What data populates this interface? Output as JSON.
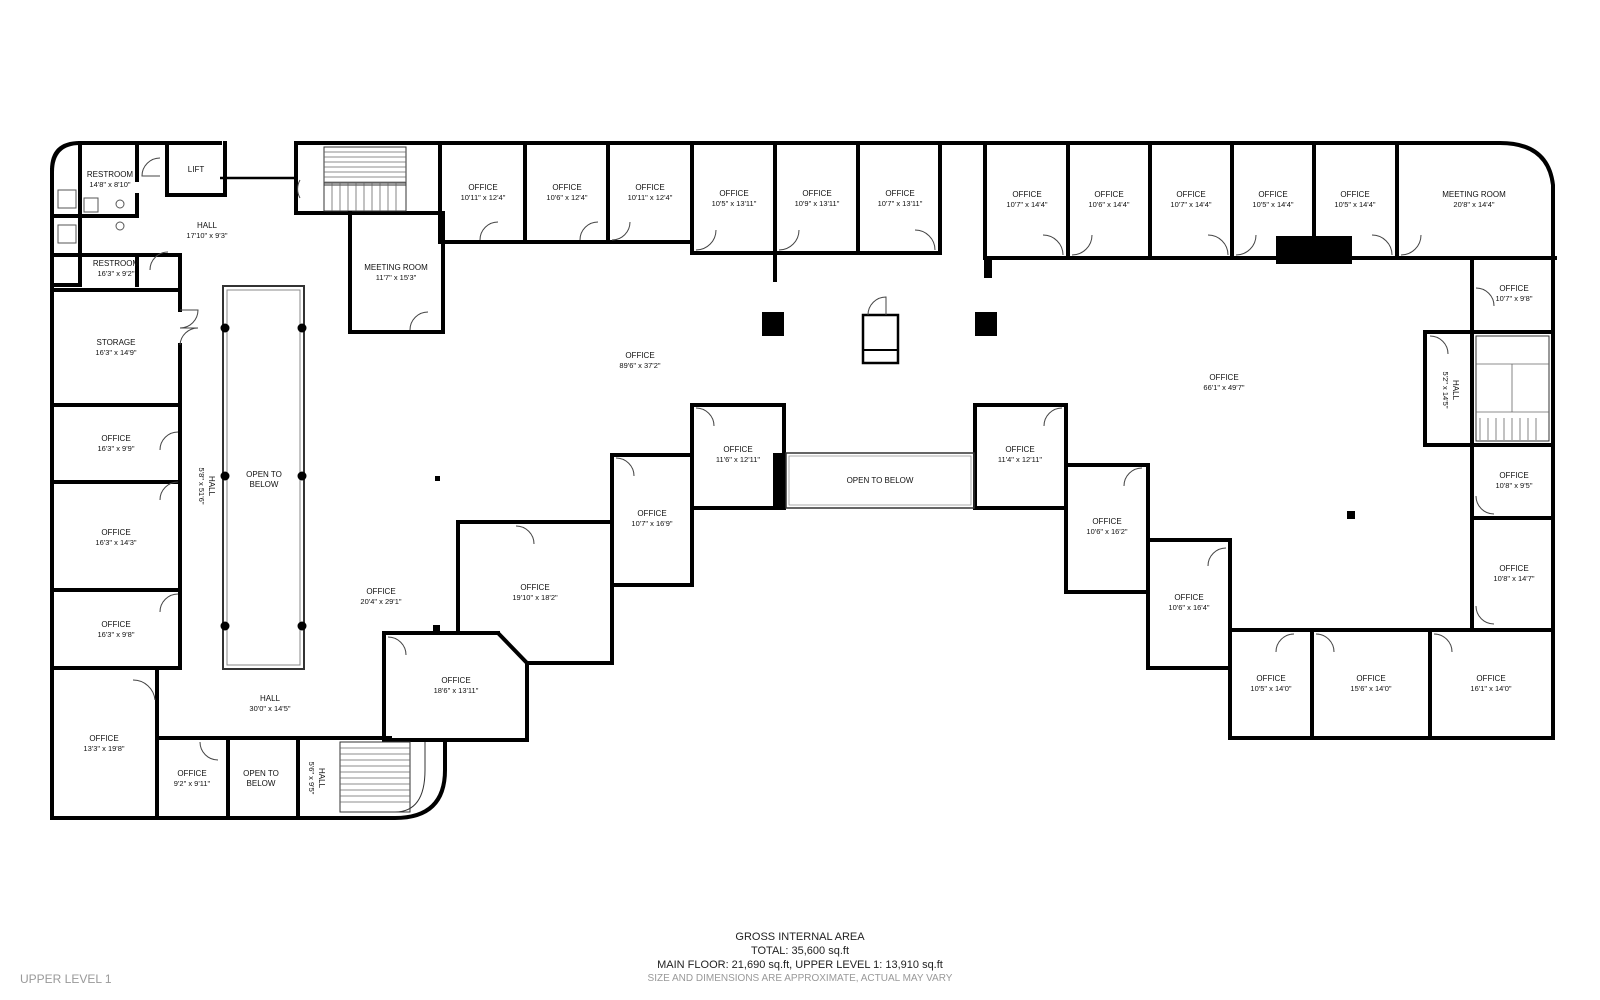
{
  "rooms": {
    "restroom1": {
      "name": "RESTROOM",
      "dim": "14'8\" x 8'10\""
    },
    "lift": {
      "name": "LIFT"
    },
    "hall_top": {
      "name": "HALL",
      "dim": "17'10\" x 9'3\""
    },
    "restroom2": {
      "name": "RESTROOM",
      "dim": "16'3\" x 9'2\""
    },
    "storage": {
      "name": "STORAGE",
      "dim": "16'3\" x 14'9\""
    },
    "office_l1": {
      "name": "OFFICE",
      "dim": "16'3\" x 9'9\""
    },
    "office_l2": {
      "name": "OFFICE",
      "dim": "16'3\" x 14'3\""
    },
    "office_l3": {
      "name": "OFFICE",
      "dim": "16'3\" x 9'8\""
    },
    "office_l4": {
      "name": "OFFICE",
      "dim": "13'3\" x 19'8\""
    },
    "hall_vert": {
      "name": "HALL",
      "dim": "5'8\" x 51'6\""
    },
    "open1": {
      "name": "OPEN TO",
      "name2": "BELOW"
    },
    "meeting1": {
      "name": "MEETING ROOM",
      "dim": "11'7\" x 15'3\""
    },
    "office_t1": {
      "name": "OFFICE",
      "dim": "10'11\" x 12'4\""
    },
    "office_t2": {
      "name": "OFFICE",
      "dim": "10'6\" x 12'4\""
    },
    "office_t3": {
      "name": "OFFICE",
      "dim": "10'11\" x 12'4\""
    },
    "office_t4": {
      "name": "OFFICE",
      "dim": "10'5\" x 13'11\""
    },
    "office_t5": {
      "name": "OFFICE",
      "dim": "10'9\" x 13'11\""
    },
    "office_t6": {
      "name": "OFFICE",
      "dim": "10'7\" x 13'11\""
    },
    "office_t7": {
      "name": "OFFICE",
      "dim": "10'7\" x 14'4\""
    },
    "office_t8": {
      "name": "OFFICE",
      "dim": "10'6\" x 14'4\""
    },
    "office_t9": {
      "name": "OFFICE",
      "dim": "10'7\" x 14'4\""
    },
    "office_t10": {
      "name": "OFFICE",
      "dim": "10'5\" x 14'4\""
    },
    "office_t11": {
      "name": "OFFICE",
      "dim": "10'5\" x 14'4\""
    },
    "meeting2": {
      "name": "MEETING ROOM",
      "dim": "20'8\" x 14'4\""
    },
    "office_big1": {
      "name": "OFFICE",
      "dim": "89'6\" x 37'2\""
    },
    "office_big2": {
      "name": "OFFICE",
      "dim": "66'1\" x 49'7\""
    },
    "office_r1": {
      "name": "OFFICE",
      "dim": "10'7\" x 9'8\""
    },
    "hall_r": {
      "name": "HALL",
      "dim": "5'2\" x 14'5\""
    },
    "office_r2": {
      "name": "OFFICE",
      "dim": "10'8\" x 9'5\""
    },
    "office_r3": {
      "name": "OFFICE",
      "dim": "10'8\" x 14'7\""
    },
    "office_c1": {
      "name": "OFFICE",
      "dim": "11'6\" x 12'11\""
    },
    "open2": {
      "name": "OPEN TO BELOW"
    },
    "office_c2": {
      "name": "OFFICE",
      "dim": "11'4\" x 12'11\""
    },
    "office_c3": {
      "name": "OFFICE",
      "dim": "10'7\" x 16'9\""
    },
    "office_c4": {
      "name": "OFFICE",
      "dim": "10'6\" x 16'2\""
    },
    "office_c5": {
      "name": "OFFICE",
      "dim": "19'10\" x 18'2\""
    },
    "office_c6": {
      "name": "OFFICE",
      "dim": "10'6\" x 16'4\""
    },
    "office_c7": {
      "name": "OFFICE",
      "dim": "20'4\" x 29'1\""
    },
    "office_c8": {
      "name": "OFFICE",
      "dim": "18'6\" x 13'11\""
    },
    "office_b1": {
      "name": "OFFICE",
      "dim": "10'5\" x 14'0\""
    },
    "office_b2": {
      "name": "OFFICE",
      "dim": "15'6\" x 14'0\""
    },
    "office_b3": {
      "name": "OFFICE",
      "dim": "16'1\" x 14'0\""
    },
    "hall_bottom": {
      "name": "HALL",
      "dim": "30'0\" x 14'5\""
    },
    "office_b4": {
      "name": "OFFICE",
      "dim": "9'2\" x 9'11\""
    },
    "open3": {
      "name": "OPEN TO",
      "name2": "BELOW"
    },
    "hall_small": {
      "name": "HALL",
      "dim": "5'6\" x 9'5\""
    }
  },
  "footer": {
    "title": "GROSS INTERNAL AREA",
    "total": "TOTAL: 35,600 sq.ft",
    "breakdown": "MAIN FLOOR: 21,690 sq.ft, UPPER LEVEL 1: 13,910 sq.ft",
    "note": "SIZE AND DIMENSIONS ARE APPROXIMATE, ACTUAL MAY VARY"
  },
  "level_label": "UPPER LEVEL 1"
}
